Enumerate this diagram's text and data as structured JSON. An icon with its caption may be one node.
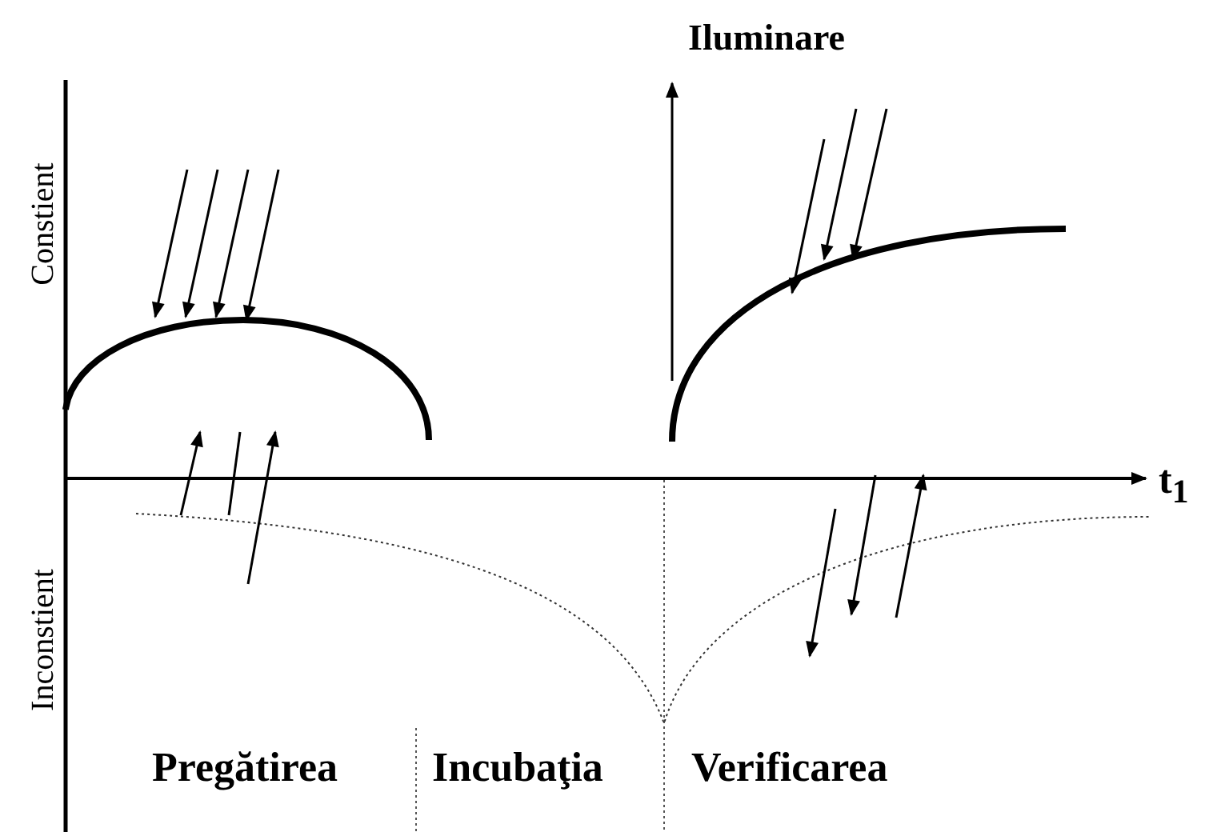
{
  "diagram": {
    "labels": [
      "Iluminare",
      "Constient",
      "t$_{1}$",
      "Inconstient",
      "Pregătirea",
      "Incubaţia",
      "Verificarea"
    ]
  }
}
